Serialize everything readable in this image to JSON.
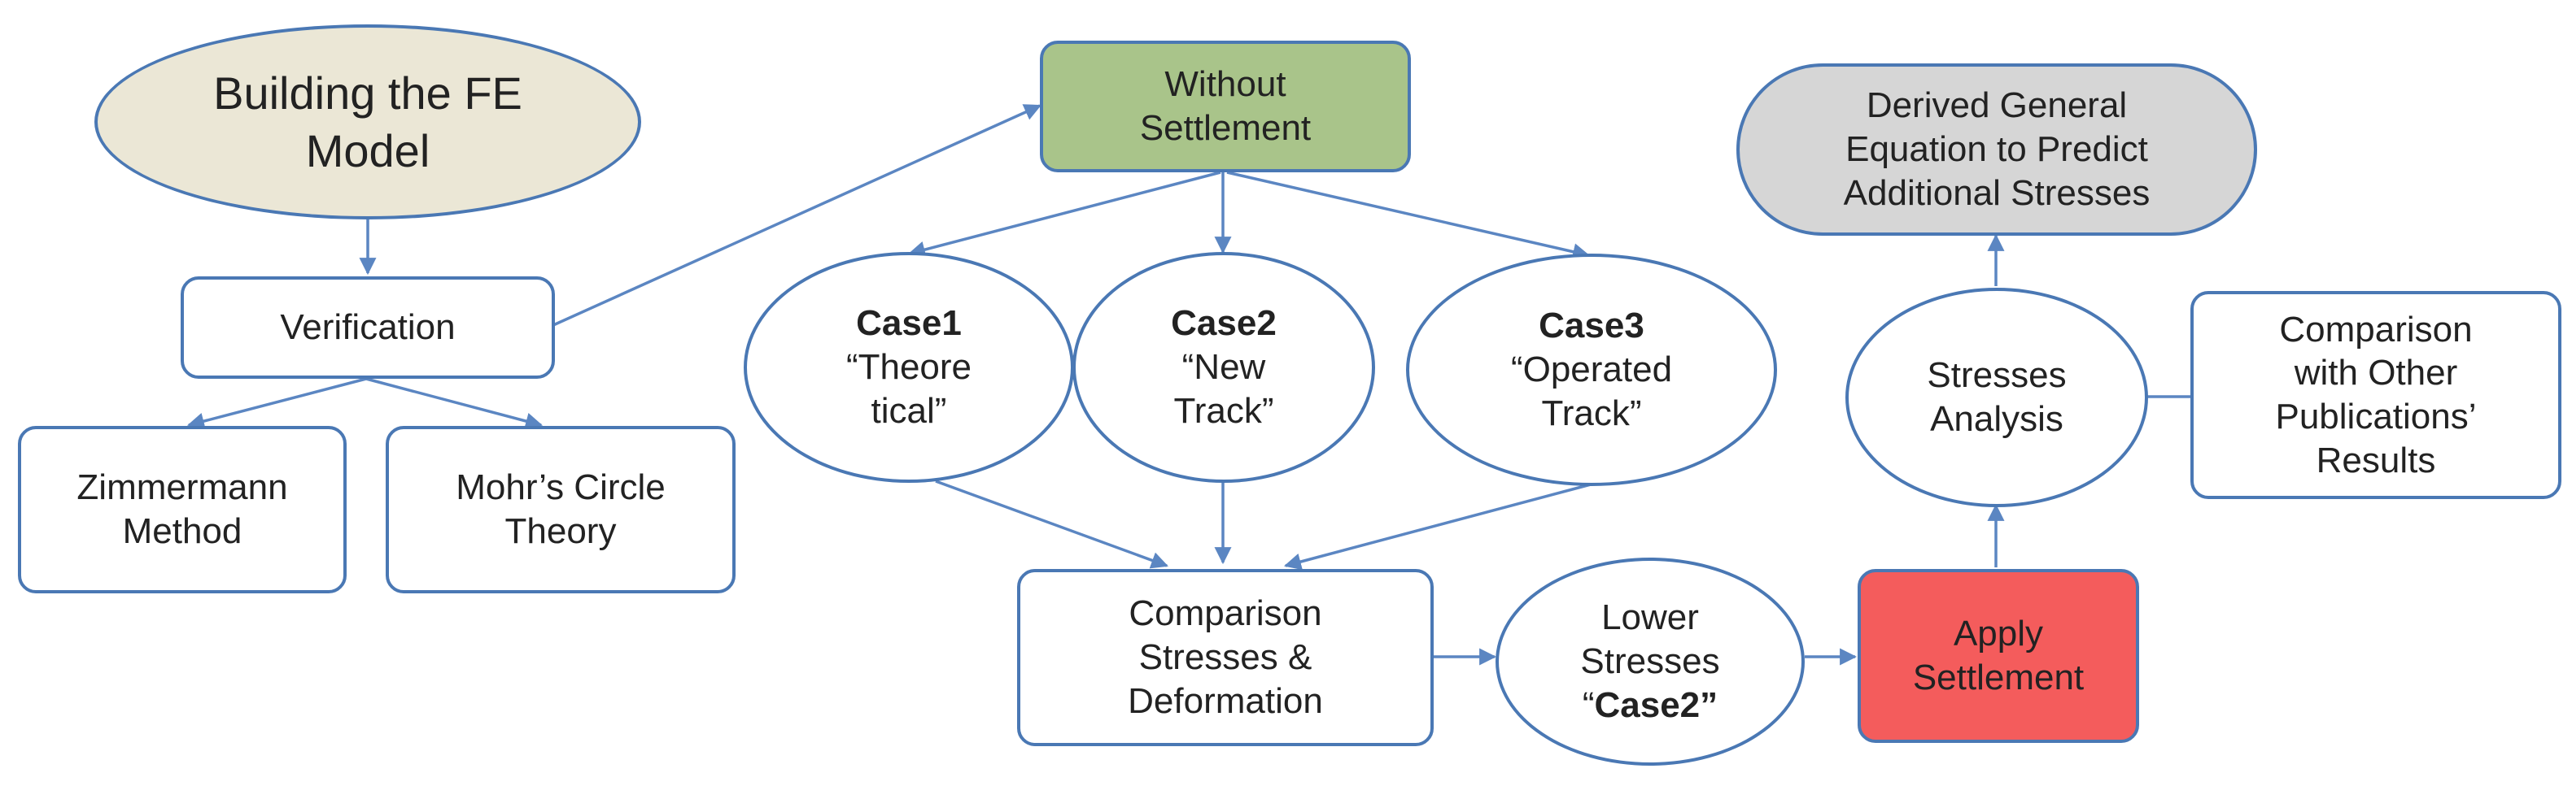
{
  "colors": {
    "border": "#4a78b4",
    "arrow": "#5b86c2",
    "start_fill": "#ebe7d6",
    "without_settlement_fill": "#a9c48a",
    "apply_settlement_fill": "#f45c5c",
    "derived_fill": "#d6d6d6",
    "default_fill": "#ffffff"
  },
  "nodes": {
    "building": {
      "line1": "Building the FE",
      "line2": "Model"
    },
    "verification": {
      "label": "Verification"
    },
    "zimmermann": {
      "line1": "Zimmermann",
      "line2": "Method"
    },
    "mohr": {
      "line1": "Mohr’s Circle",
      "line2": "Theory"
    },
    "without_settlement": {
      "line1": "Without",
      "line2": "Settlement"
    },
    "case1": {
      "title": "Case1",
      "line1": "“Theore",
      "line2": "tical”"
    },
    "case2": {
      "title": "Case2",
      "line1": "“New",
      "line2": "Track”"
    },
    "case3": {
      "title": "Case3",
      "line1": "“Operated",
      "line2": "Track”"
    },
    "comparison": {
      "line1": "Comparison",
      "line2": "Stresses &",
      "line3": "Deformation"
    },
    "lower_stresses": {
      "line1": "Lower",
      "line2": "Stresses",
      "line3_prefix": "“",
      "line3_bold": "Case2”"
    },
    "apply_settlement": {
      "line1": "Apply",
      "line2": "Settlement"
    },
    "stresses_analysis": {
      "line1": "Stresses",
      "line2": "Analysis"
    },
    "derived": {
      "line1": "Derived General",
      "line2": "Equation to Predict",
      "line3": "Additional Stresses"
    },
    "comparison_pubs": {
      "line1": "Comparison",
      "line2": "with Other",
      "line3": "Publications’",
      "line4": "Results"
    }
  }
}
